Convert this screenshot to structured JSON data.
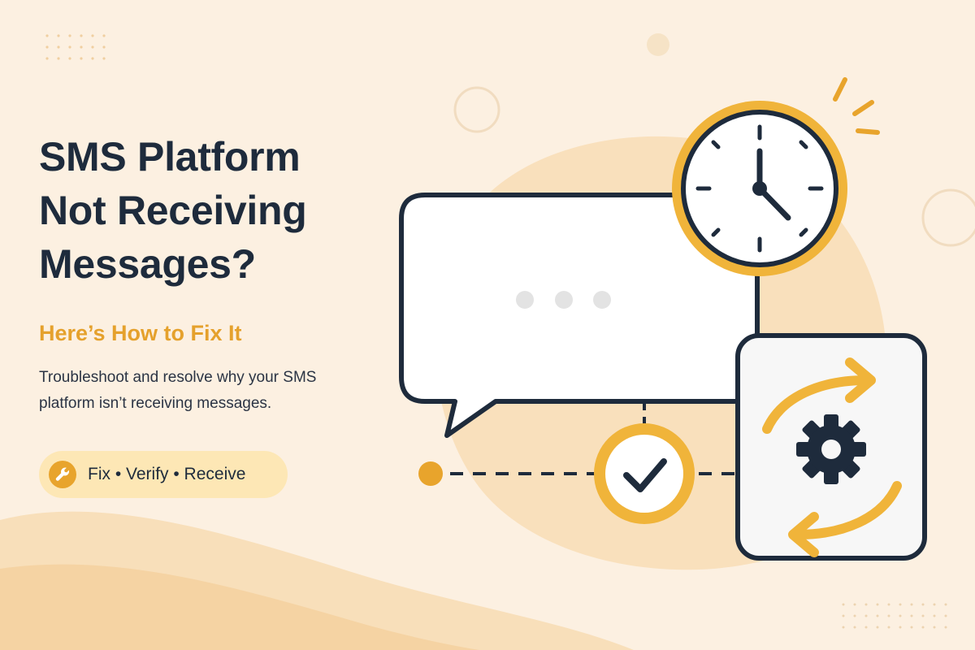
{
  "hero": {
    "title_lines": [
      "SMS Platform",
      "Not Receiving",
      "Messages?"
    ],
    "subtitle": "Here’s How to Fix It",
    "description_lines": [
      "Troubleshoot and resolve why your SMS",
      "platform isn’t receiving messages."
    ]
  },
  "tag": {
    "icon": "wrench-icon",
    "label": "Fix • Verify • Receive"
  },
  "illustration": {
    "icons": [
      "chat-bubble-icon",
      "typing-dots-icon",
      "clock-icon",
      "checkmark-icon",
      "sync-arrows-icon",
      "gear-icon"
    ]
  },
  "colors": {
    "background": "#fcf0e1",
    "accent": "#e8a42c",
    "navy": "#1e2b3c",
    "subtitle": "#e5a12c",
    "pill": "#fde7b5"
  }
}
